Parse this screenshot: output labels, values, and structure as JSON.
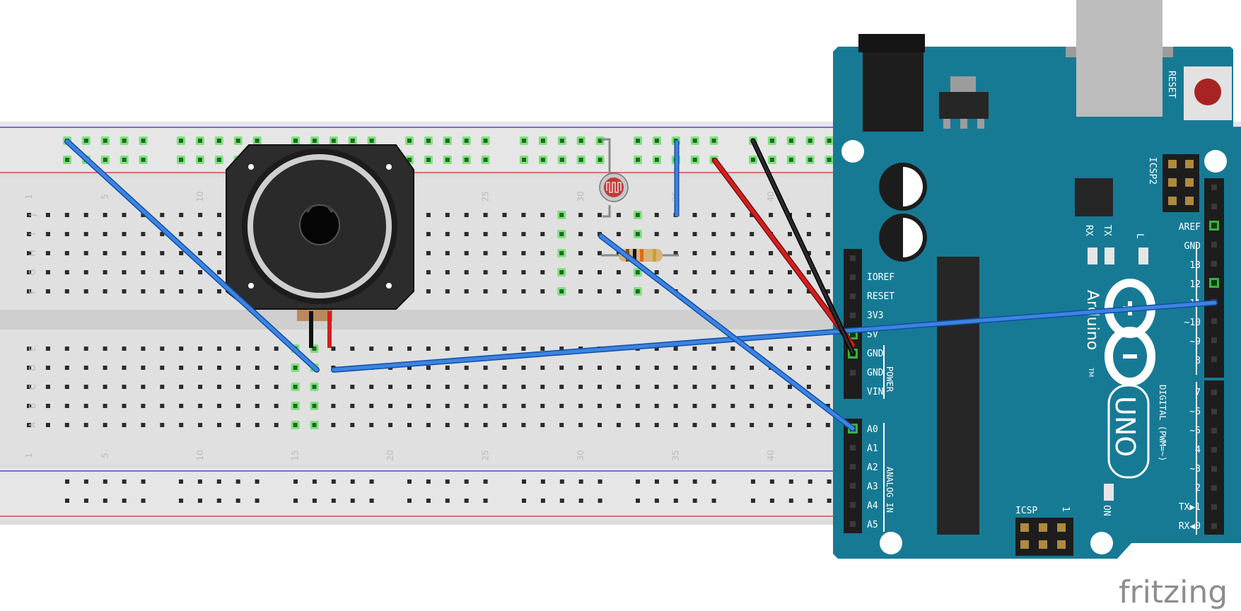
{
  "breadboard": {
    "row_letters_top": [
      "J",
      "I",
      "H",
      "G",
      "F"
    ],
    "row_letters_bottom": [
      "E",
      "D",
      "C",
      "B",
      "A"
    ],
    "column_numbers": [
      "1",
      "5",
      "10",
      "15",
      "20",
      "25",
      "30",
      "35",
      "40"
    ]
  },
  "arduino": {
    "reset_label": "RESET",
    "icsp2_label": "ICSP2",
    "icsp_label": "ICSP",
    "icsp_pin1": "1",
    "brand": "Arduino",
    "trademark": "TM",
    "model": "UNO",
    "rx_label": "RX",
    "tx_label": "TX",
    "l_label": "L",
    "on_label": "ON",
    "power_label": "POWER",
    "analog_label": "ANALOG IN",
    "digital_label": "DIGITAL (PWM=~)",
    "power_pins": [
      "IOREF",
      "RESET",
      "3V3",
      "5V",
      "GND",
      "GND",
      "VIN"
    ],
    "analog_pins": [
      "A0",
      "A1",
      "A2",
      "A3",
      "A4",
      "A5"
    ],
    "digital_pins_top": [
      "AREF",
      "GND",
      "13",
      "12",
      "~11",
      "~10",
      "~9",
      "8"
    ],
    "digital_pins_bottom": [
      "7",
      "~6",
      "~5",
      "4",
      "~3",
      "2",
      "TX▶1",
      "RX◀0"
    ]
  },
  "watermark": "fritzing",
  "colors": {
    "board_teal": "#177a95",
    "wire_blue": "#2f6fcf",
    "wire_red": "#d21f1f",
    "wire_black": "#1a1a1a",
    "hole_highlight": "#7ee07e"
  }
}
